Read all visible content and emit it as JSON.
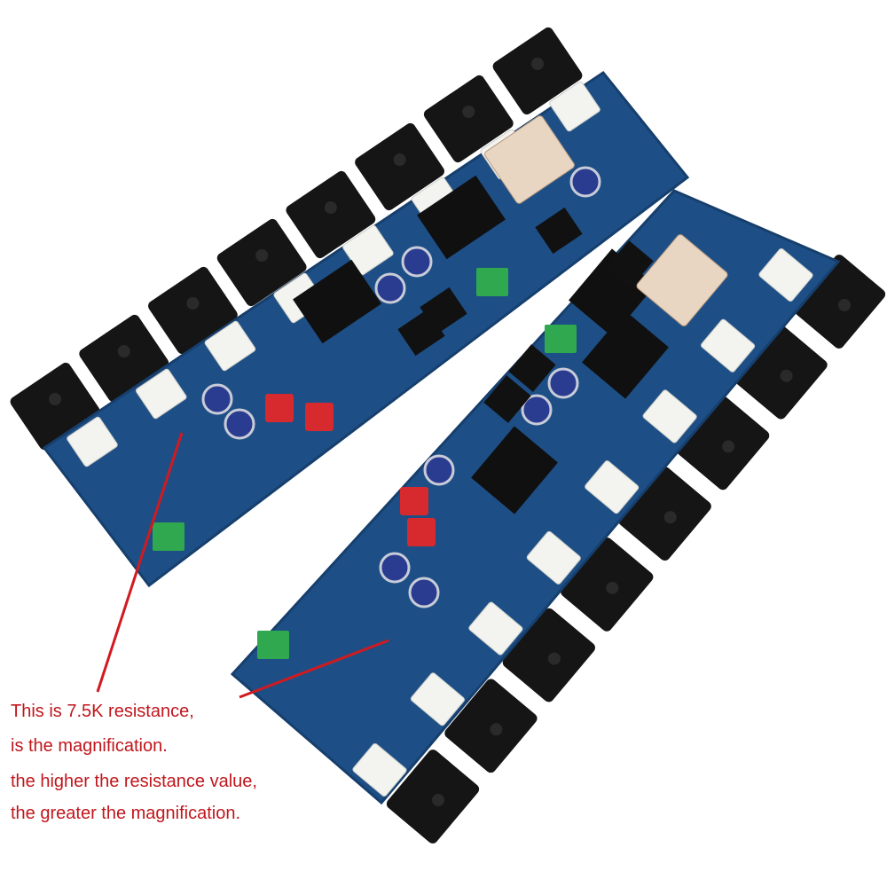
{
  "annotation": {
    "lines": [
      "This is 7.5K resistance,",
      "is the magnification.",
      "the higher the resistance value,",
      "the greater the magnification."
    ],
    "text_color": "#c0161c",
    "pointer_color": "#d11a1f"
  },
  "colors": {
    "pcb": "#1d4f86",
    "pcb_edge": "#163f6d",
    "transistor": "#151515",
    "connector": "#f3f3ef",
    "heatsink": "#101010",
    "terminal_green": "#2fa84f",
    "capacitor_red": "#d62a2f"
  },
  "boards": {
    "count": 2,
    "output_transistors_per_board": 8
  }
}
